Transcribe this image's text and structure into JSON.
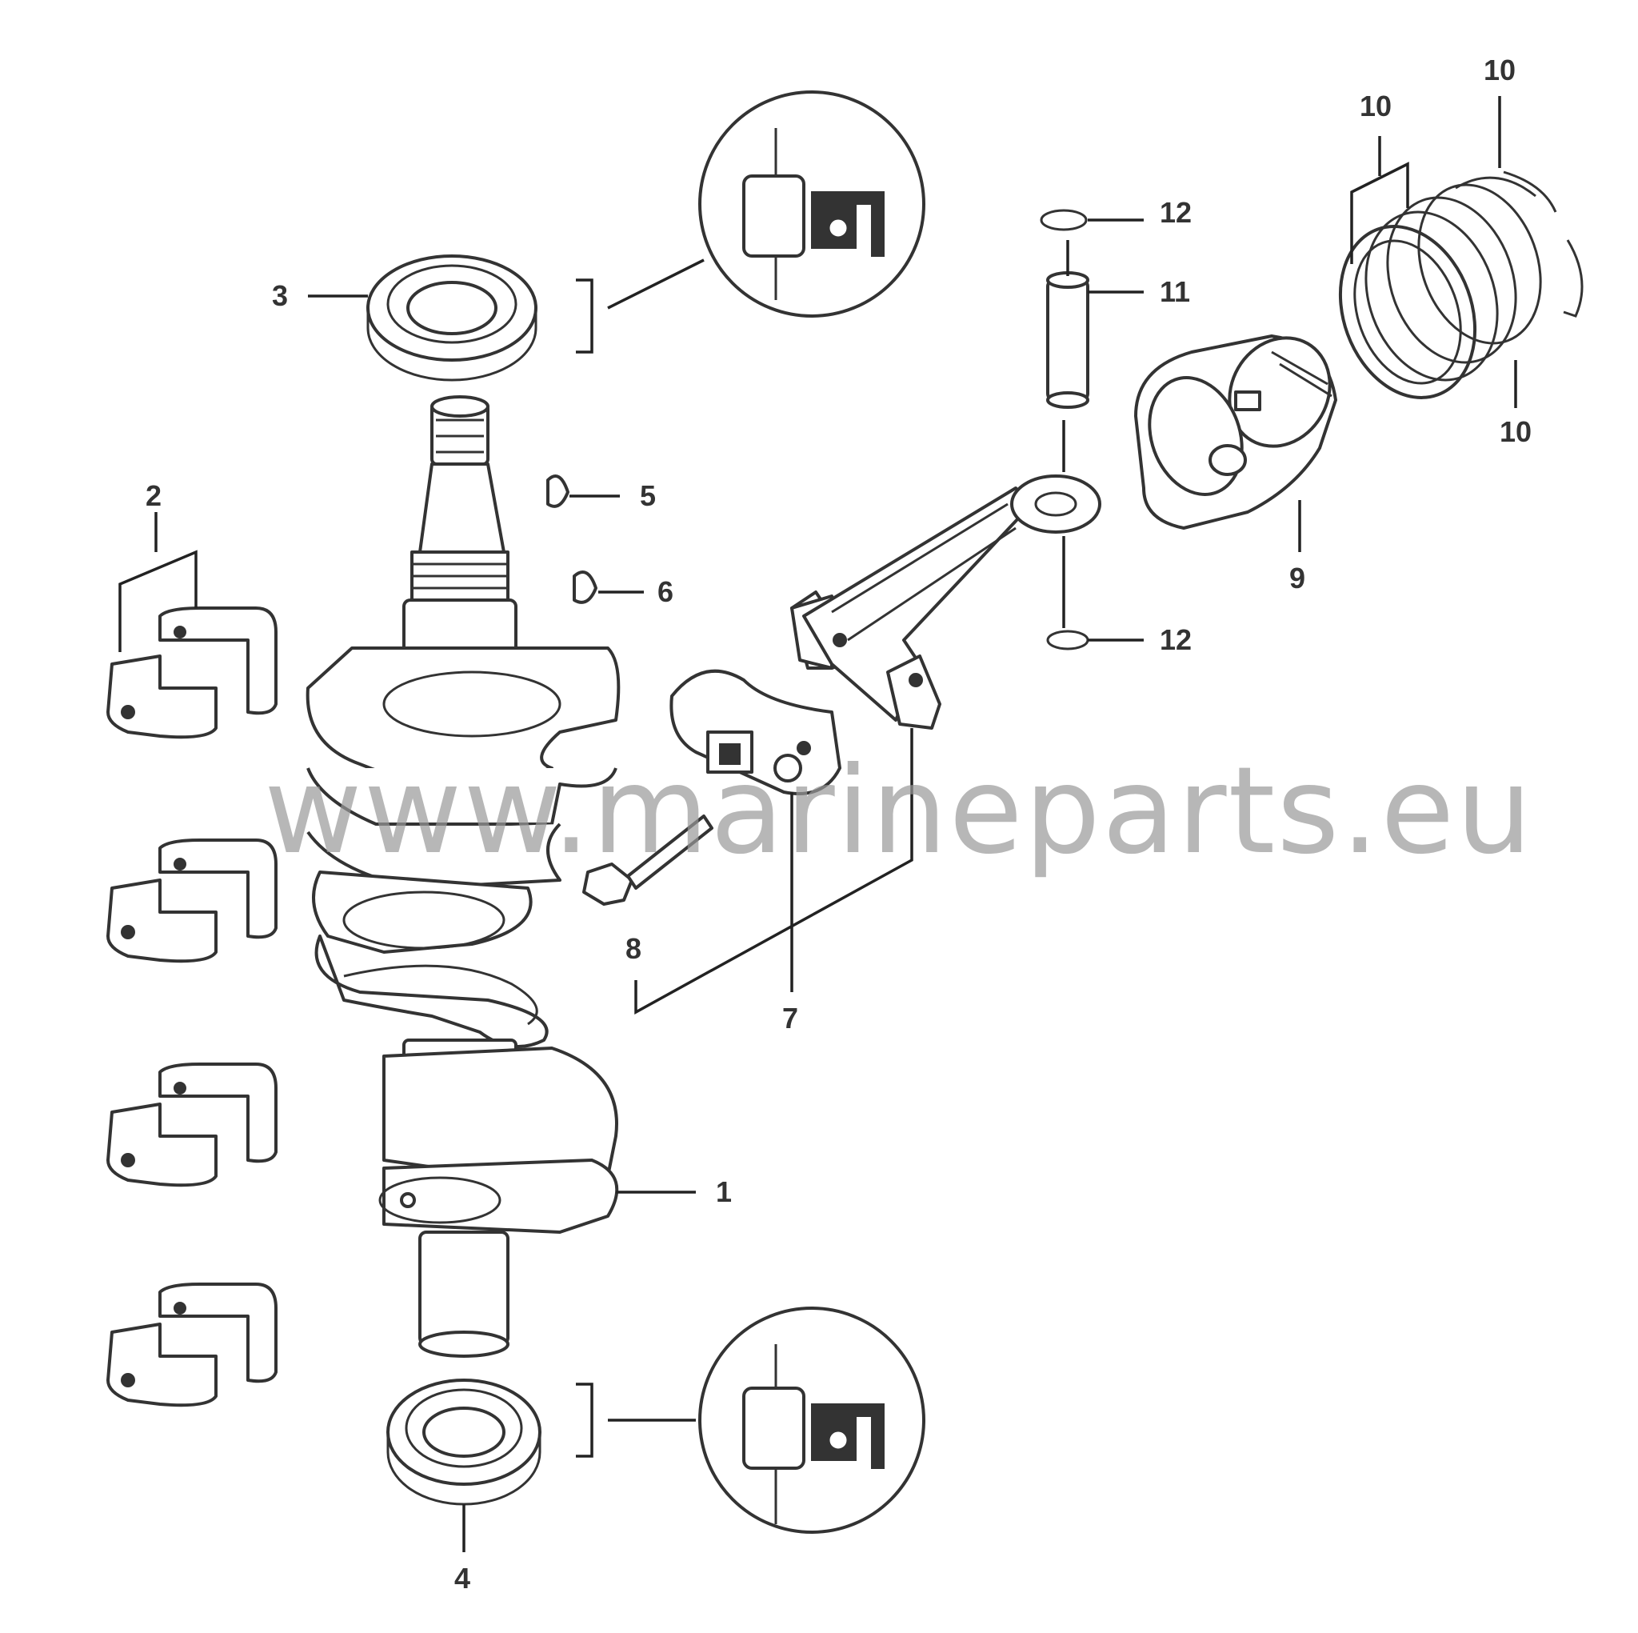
{
  "diagram": {
    "watermark": "www.marineparts.eu",
    "callouts": [
      {
        "id": "1",
        "text": "1"
      },
      {
        "id": "2",
        "text": "2"
      },
      {
        "id": "3",
        "text": "3"
      },
      {
        "id": "4",
        "text": "4"
      },
      {
        "id": "5",
        "text": "5"
      },
      {
        "id": "6",
        "text": "6"
      },
      {
        "id": "7",
        "text": "7"
      },
      {
        "id": "8",
        "text": "8"
      },
      {
        "id": "9",
        "text": "9"
      },
      {
        "id": "10a",
        "text": "10"
      },
      {
        "id": "10b",
        "text": "10"
      },
      {
        "id": "10c",
        "text": "10"
      },
      {
        "id": "11",
        "text": "11"
      },
      {
        "id": "12a",
        "text": "12"
      },
      {
        "id": "12b",
        "text": "12"
      }
    ]
  }
}
